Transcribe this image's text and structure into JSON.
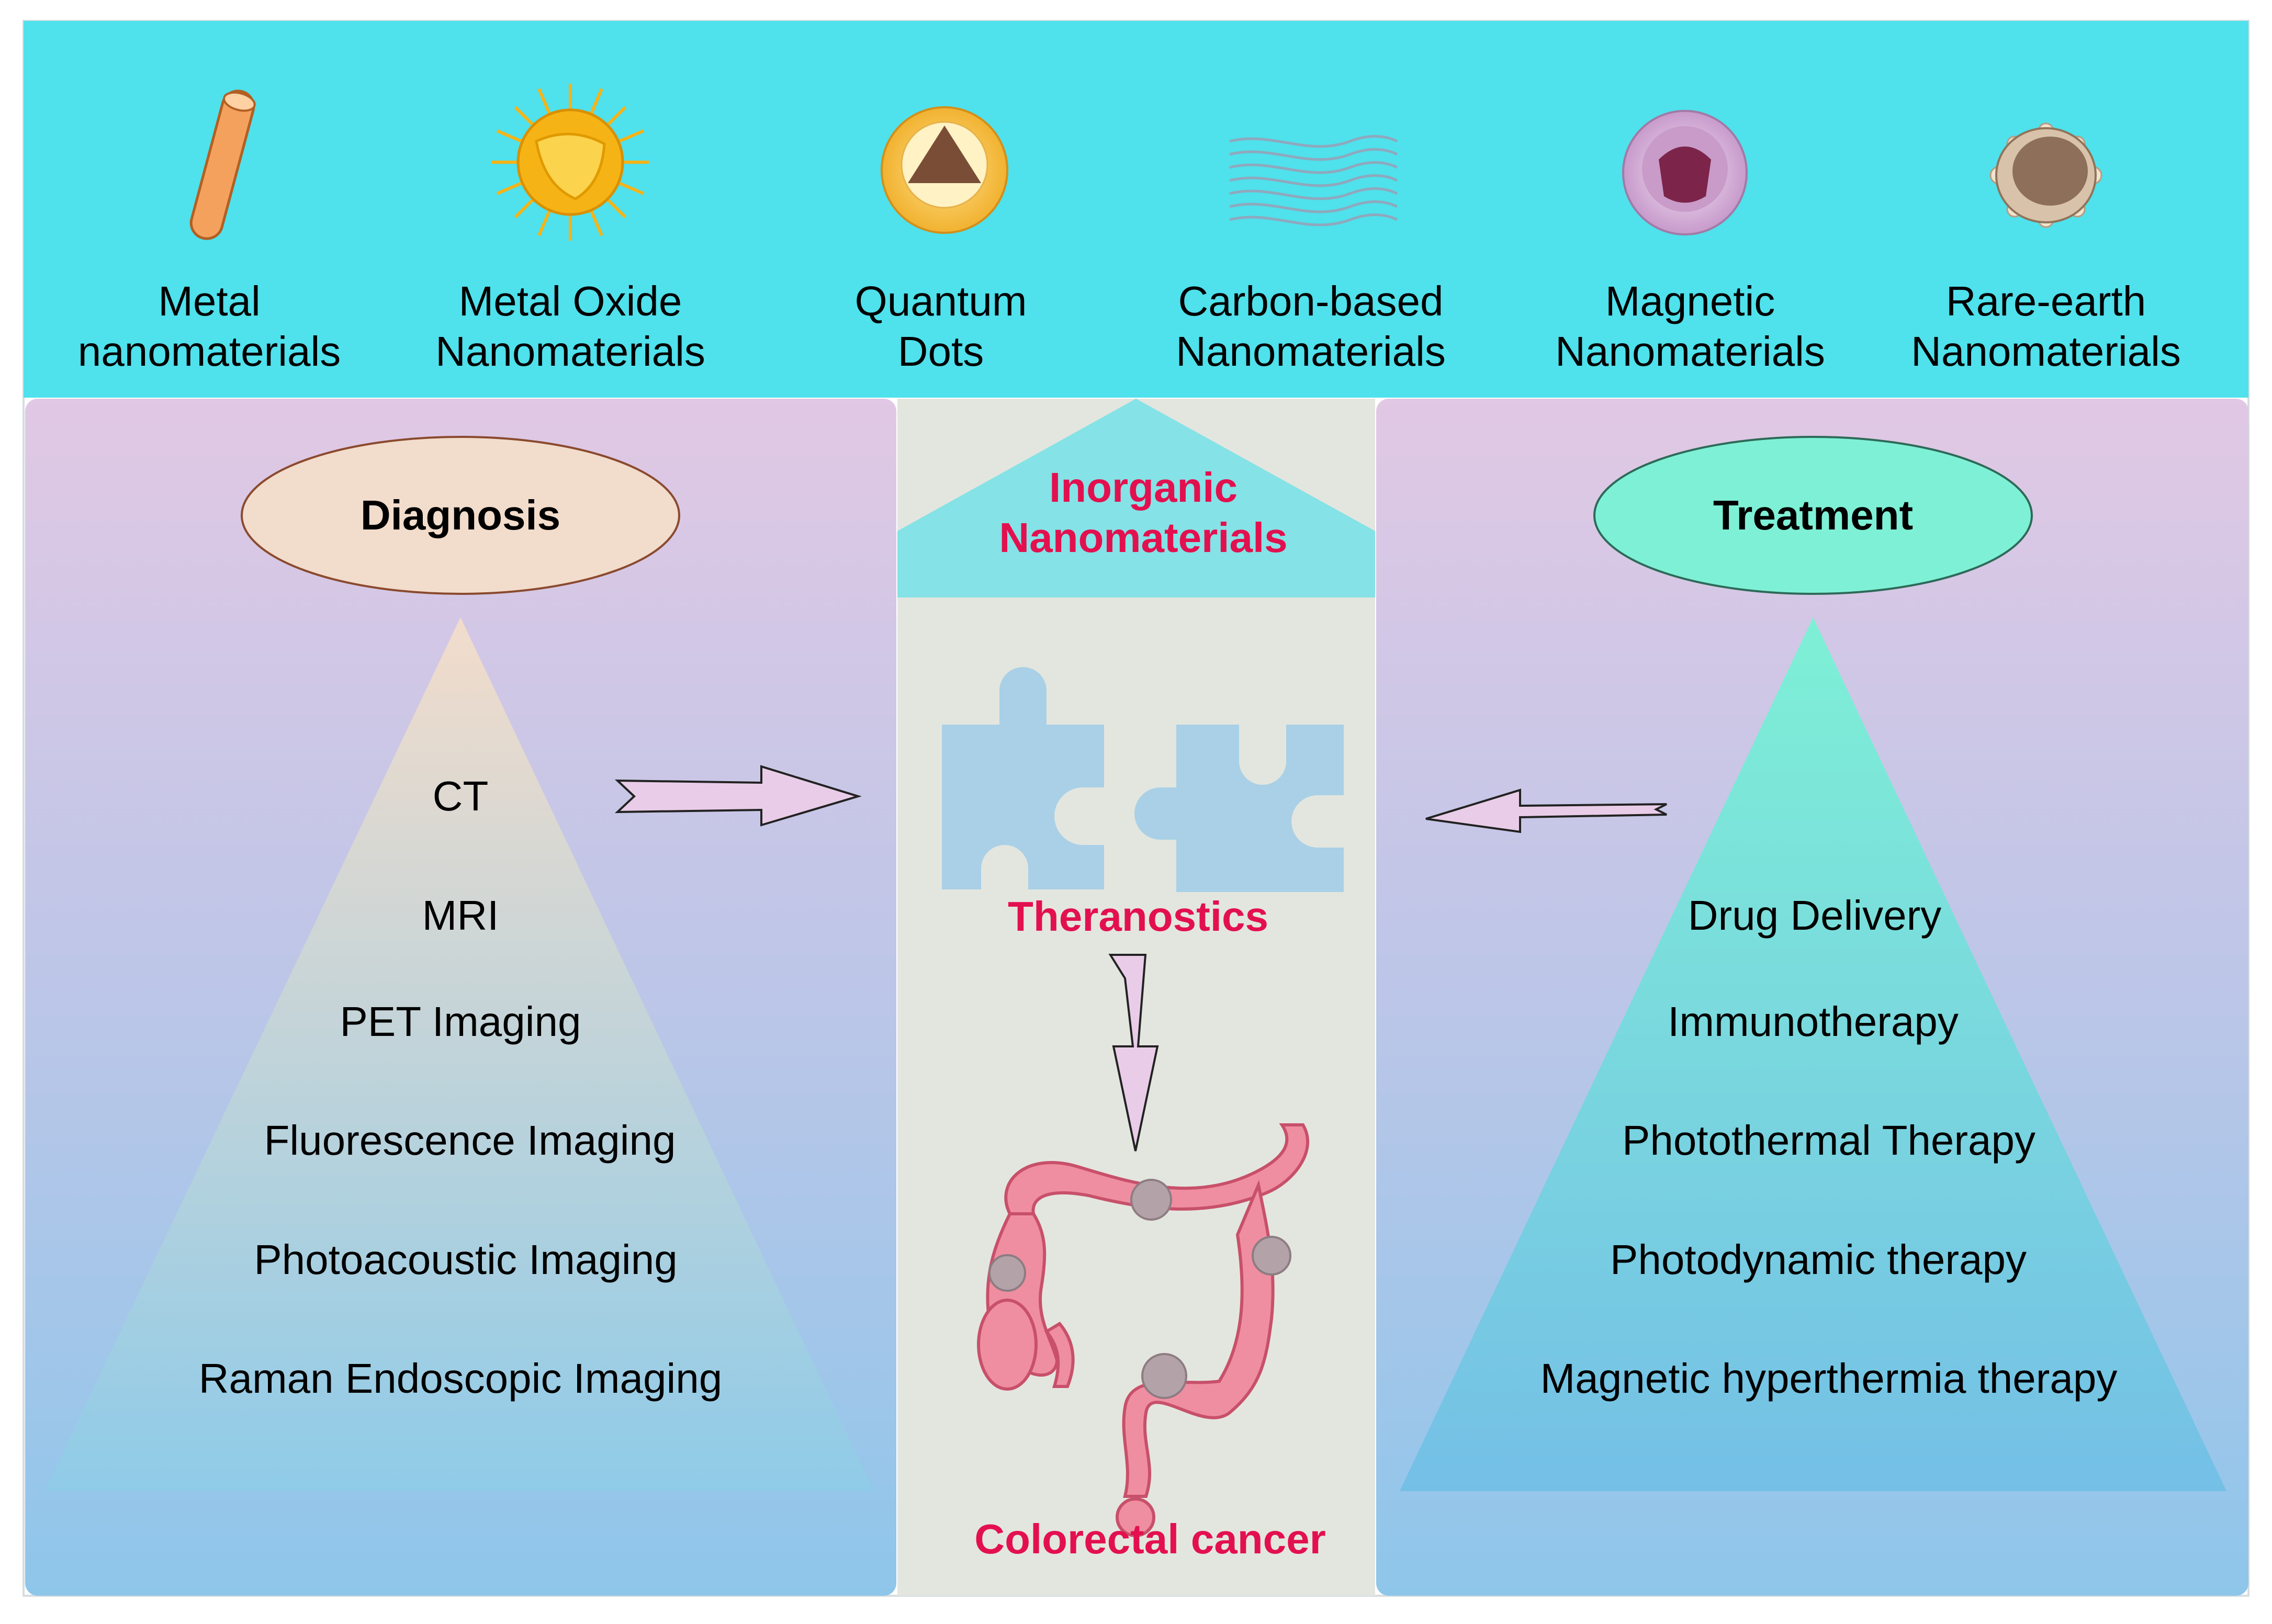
{
  "nanomaterials": [
    {
      "line1": "Metal",
      "line2": "nanomaterials",
      "icon": "rod-icon"
    },
    {
      "line1": "Metal Oxide",
      "line2": "Nanomaterials",
      "icon": "spiky-sphere-icon"
    },
    {
      "line1": "Quantum",
      "line2": "Dots",
      "icon": "dot-sphere-icon"
    },
    {
      "line1": "Carbon-based",
      "line2": "Nanomaterials",
      "icon": "wavy-sheets-icon"
    },
    {
      "line1": "Magnetic",
      "line2": "Nanomaterials",
      "icon": "layered-sphere-icon"
    },
    {
      "line1": "Rare-earth",
      "line2": "Nanomaterials",
      "icon": "coated-particle-icon"
    }
  ],
  "diagnosis": {
    "title": "Diagnosis",
    "items": [
      "CT",
      "MRI",
      "PET Imaging",
      "Fluorescence Imaging",
      "Photoacoustic Imaging",
      "Raman Endoscopic Imaging"
    ]
  },
  "treatment": {
    "title": "Treatment",
    "items": [
      "Drug Delivery",
      "Immunotherapy",
      "Photothermal Therapy",
      "Photodynamic therapy",
      "Magnetic hyperthermia therapy"
    ]
  },
  "center": {
    "title_line1": "Inorganic",
    "title_line2": "Nanomaterials",
    "theranostics": "Theranostics",
    "cancer": "Colorectal cancer"
  },
  "colors": {
    "top_band": "#4fe1ec",
    "side_panel_top": "#e1c8e4",
    "side_panel_bottom": "#8ec6ea",
    "center_panel": "#e3e6df",
    "accent_red": "#e3104f",
    "diagnosis_oval": "#f2dccb",
    "treatment_oval": "#7ef0d6",
    "puzzle": "#a9d0e6"
  }
}
